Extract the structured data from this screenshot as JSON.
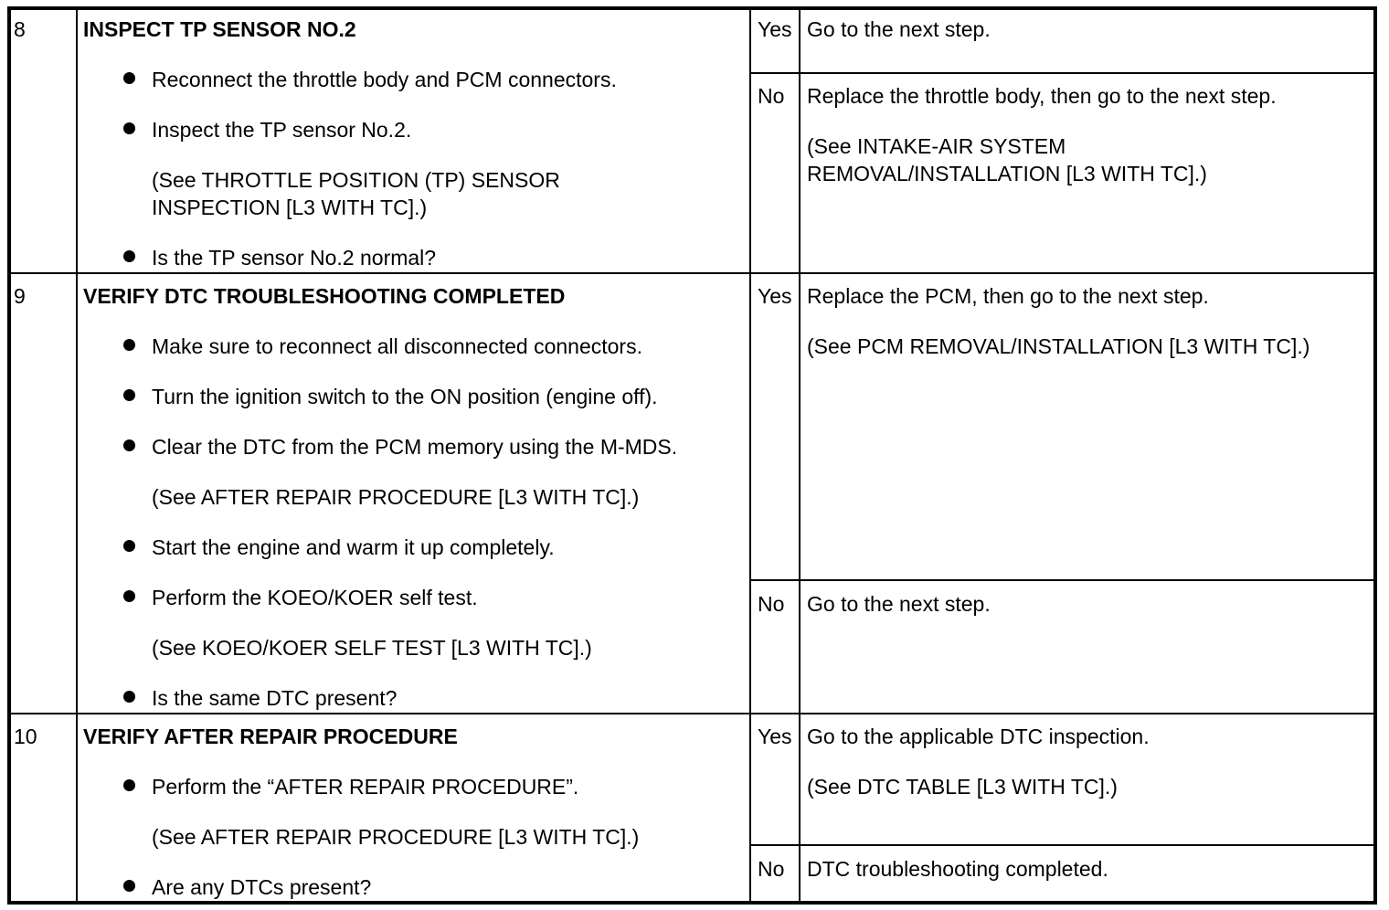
{
  "steps": [
    {
      "number": "8",
      "title": "INSPECT TP SENSOR NO.2",
      "items": [
        {
          "bullet": true,
          "text": "Reconnect the throttle body and PCM connectors."
        },
        {
          "bullet": true,
          "text": "Inspect the TP sensor No.2."
        },
        {
          "bullet": false,
          "text": "(See THROTTLE POSITION (TP) SENSOR\nINSPECTION [L3 WITH TC].)"
        },
        {
          "bullet": true,
          "text": "Is the TP sensor No.2 normal?"
        }
      ],
      "yes": {
        "label": "Yes",
        "lines": [
          "Go to the next step."
        ]
      },
      "no": {
        "label": "No",
        "lines": [
          "Replace the throttle body, then go to the next step.",
          "(See INTAKE-AIR SYSTEM\nREMOVAL/INSTALLATION [L3 WITH TC].)"
        ]
      }
    },
    {
      "number": "9",
      "title": "VERIFY DTC TROUBLESHOOTING COMPLETED",
      "items": [
        {
          "bullet": true,
          "text": "Make sure to reconnect all disconnected connectors."
        },
        {
          "bullet": true,
          "text": "Turn the ignition switch to the ON position (engine off)."
        },
        {
          "bullet": true,
          "text": "Clear the DTC from the PCM memory using the M-MDS."
        },
        {
          "bullet": false,
          "text": "(See AFTER REPAIR PROCEDURE [L3 WITH TC].)"
        },
        {
          "bullet": true,
          "text": "Start the engine and warm it up completely."
        },
        {
          "bullet": true,
          "text": "Perform the KOEO/KOER self test."
        },
        {
          "bullet": false,
          "text": "(See KOEO/KOER SELF TEST [L3 WITH TC].)"
        },
        {
          "bullet": true,
          "text": "Is the same DTC present?"
        }
      ],
      "yes": {
        "label": "Yes",
        "lines": [
          "Replace the PCM, then go to the next step.",
          "(See PCM REMOVAL/INSTALLATION [L3 WITH TC].)"
        ]
      },
      "no": {
        "label": "No",
        "lines": [
          "Go to the next step."
        ]
      }
    },
    {
      "number": "10",
      "title": "VERIFY AFTER REPAIR PROCEDURE",
      "items": [
        {
          "bullet": true,
          "text": "Perform the “AFTER REPAIR PROCEDURE”."
        },
        {
          "bullet": false,
          "text": "(See AFTER REPAIR PROCEDURE [L3 WITH TC].)"
        },
        {
          "bullet": true,
          "text": "Are any DTCs present?"
        }
      ],
      "yes": {
        "label": "Yes",
        "lines": [
          "Go to the applicable DTC inspection.",
          "(See DTC TABLE [L3 WITH TC].)"
        ]
      },
      "no": {
        "label": "No",
        "lines": [
          "DTC troubleshooting completed."
        ]
      }
    }
  ]
}
